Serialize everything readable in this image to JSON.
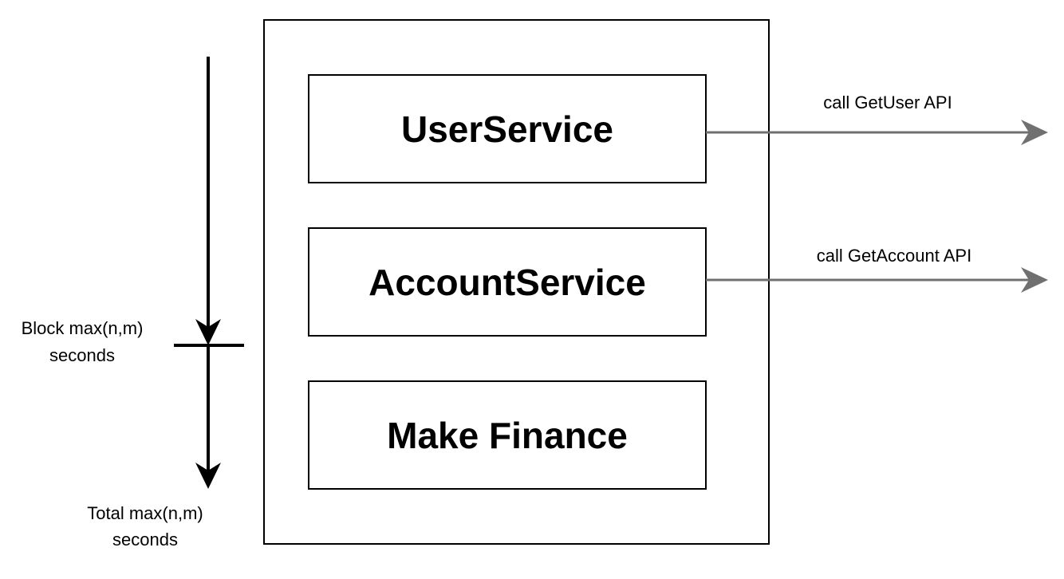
{
  "services": [
    {
      "label": "UserService"
    },
    {
      "label": "AccountService"
    },
    {
      "label": "Make Finance"
    }
  ],
  "calls": [
    {
      "label": "call GetUser API"
    },
    {
      "label": "call GetAccount API"
    }
  ],
  "timeline": {
    "block_label_line1": "Block max(n,m)",
    "block_label_line2": "seconds",
    "total_label_line1": "Total max(n,m)",
    "total_label_line2": "seconds"
  },
  "colors": {
    "stroke": "#000000",
    "call_arrow": "#707070",
    "background": "#ffffff"
  }
}
